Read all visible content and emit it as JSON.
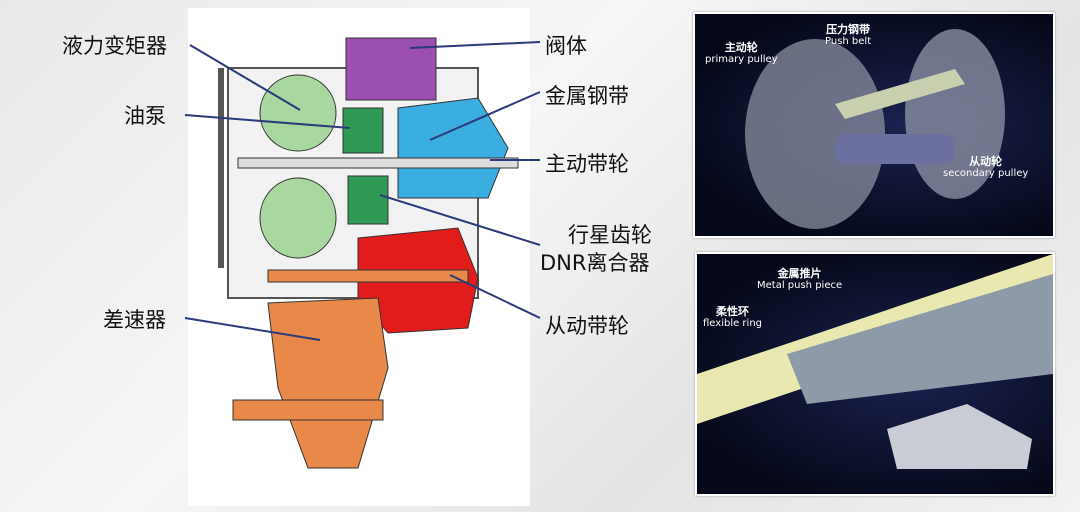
{
  "left_labels": {
    "torque_converter": "液力变矩器",
    "oil_pump": "油泵",
    "differential": "差速器"
  },
  "right_labels": {
    "valve_body": "阀体",
    "metal_belt": "金属钢带",
    "primary_pulley": "主动带轮",
    "planetary_gear": "行星齿轮",
    "dnr_clutch": "DNR离合器",
    "secondary_pulley": "从动带轮"
  },
  "photo_top": {
    "push_belt_cn": "压力钢带",
    "push_belt_en": "Push belt",
    "primary_cn": "主动轮",
    "primary_en": "primary pulley",
    "secondary_cn": "从动轮",
    "secondary_en": "secondary pulley"
  },
  "photo_bottom": {
    "push_piece_cn": "金属推片",
    "push_piece_en": "Metal push piece",
    "ring_cn": "柔性环",
    "ring_en": "flexible ring"
  },
  "colors": {
    "torque_converter": "#a8d8a0",
    "valve_body": "#9b4fb0",
    "pulley": "#3aaee0",
    "secondary": "#e21b1b",
    "differential": "#e8894a",
    "pump": "#2e9a55"
  }
}
